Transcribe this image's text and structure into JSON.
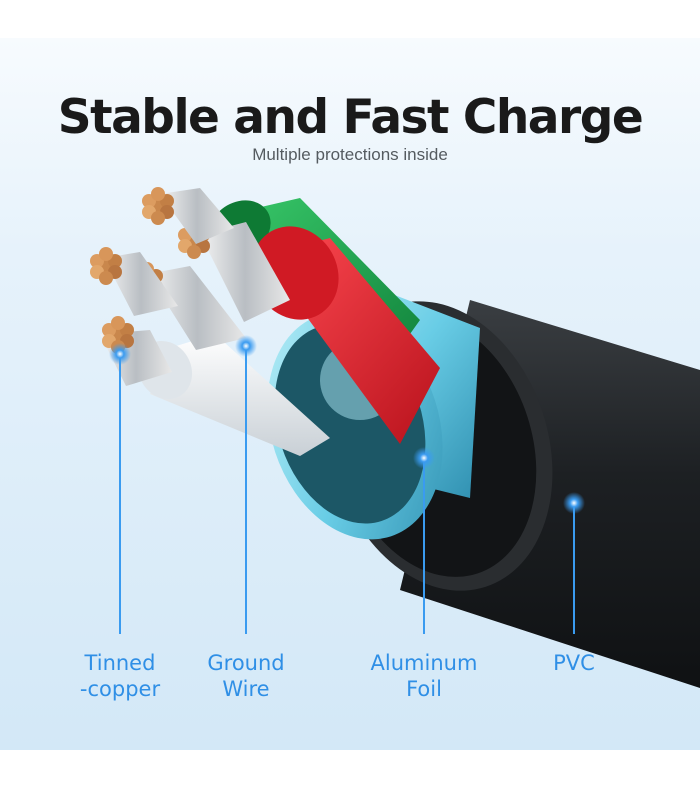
{
  "heading": {
    "title": "Stable and Fast Charge",
    "subtitle": "Multiple protections inside"
  },
  "labels": [
    {
      "name": "tinned-copper",
      "line1": "Tinned",
      "line2": "-copper"
    },
    {
      "name": "ground-wire",
      "line1": "Ground",
      "line2": "Wire"
    },
    {
      "name": "aluminum-foil",
      "line1": "Aluminum",
      "line2": "Foil"
    },
    {
      "name": "pvc",
      "line1": "PVC",
      "line2": ""
    }
  ],
  "colors": {
    "title": "#1a1a1a",
    "accent": "#2f8fe6",
    "jacket": "#202326",
    "foil": "#7fd6ea",
    "red_wire": "#e8232f",
    "green_wire": "#1ea84a",
    "white_wire": "#f2f4f5",
    "copper": "#d8965a"
  }
}
